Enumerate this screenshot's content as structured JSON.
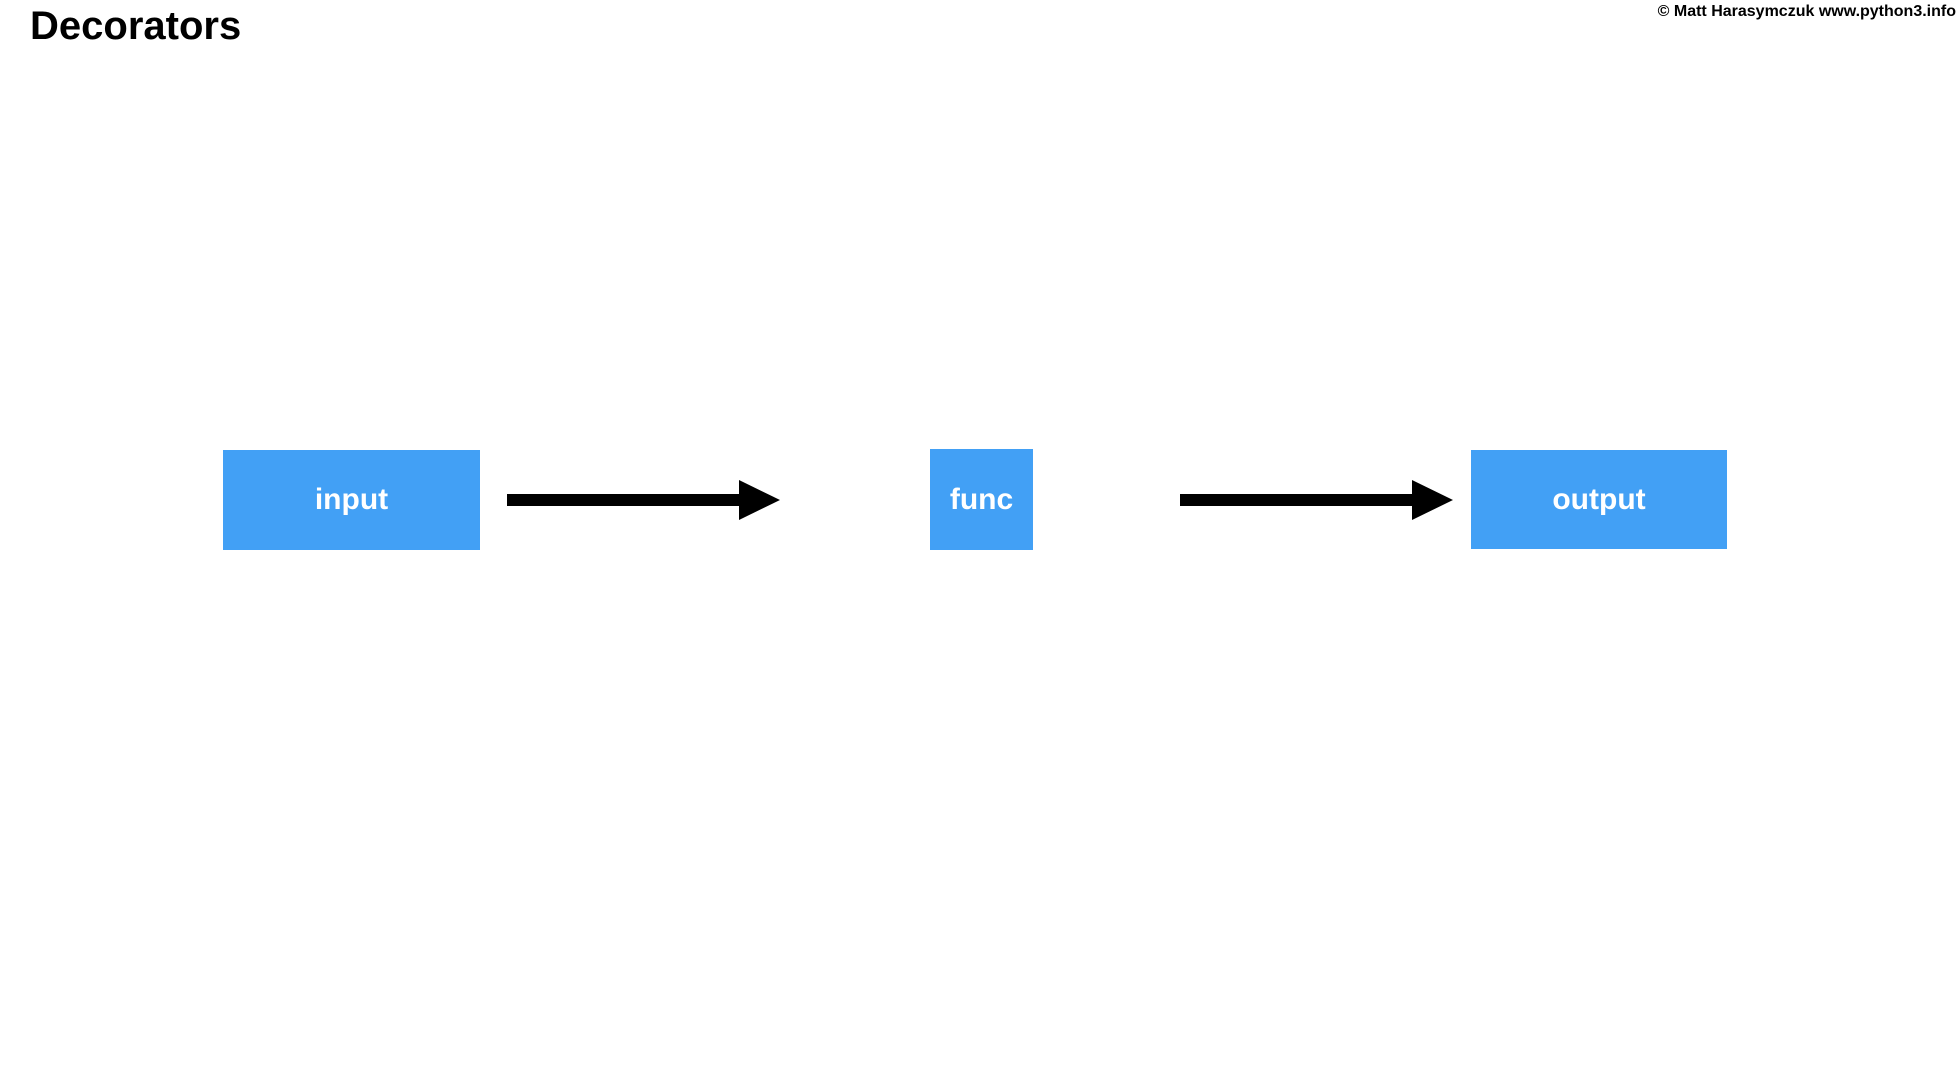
{
  "page": {
    "title": "Decorators",
    "copyright": "© Matt Harasymczuk www.python3.info"
  },
  "colors": {
    "background": "#ffffff",
    "node_fill": "#42A0F5",
    "node_text": "#ffffff",
    "arrow": "#000000",
    "title_text": "#000000"
  },
  "diagram": {
    "type": "flow",
    "direction": "left-to-right",
    "nodes": [
      {
        "id": "input",
        "label": "input"
      },
      {
        "id": "func",
        "label": "func"
      },
      {
        "id": "output",
        "label": "output"
      }
    ],
    "edges": [
      {
        "from": "input",
        "to": "func",
        "style": "thick-black-arrow"
      },
      {
        "from": "func",
        "to": "output",
        "style": "thick-black-arrow"
      }
    ]
  }
}
